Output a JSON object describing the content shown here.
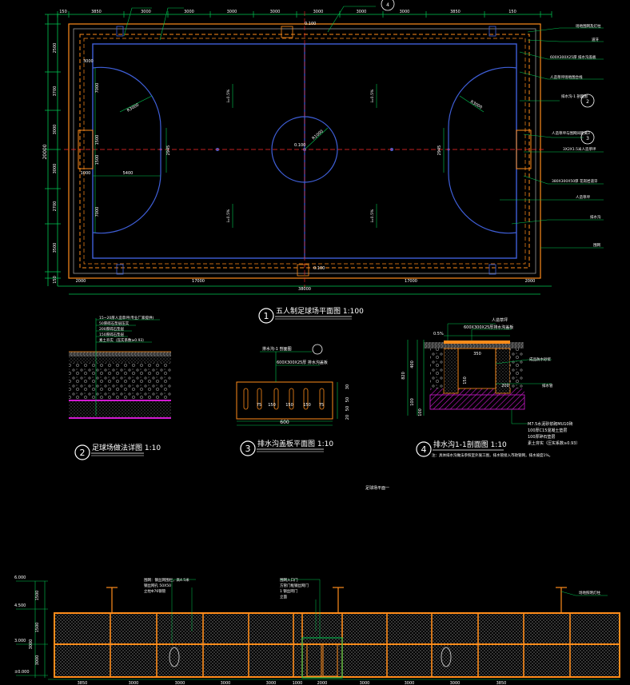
{
  "colors": {
    "background": "#000000",
    "court_line": "#3f5fd8",
    "center_line": "#ff2a2a",
    "dimension_line": "#00c853",
    "border_orange": "#ff8c1a",
    "hatch": "#d21ad2",
    "text": "#ffffff",
    "fence": "#ff8c1a"
  },
  "plan": {
    "top_dims": [
      "150",
      "3850",
      "3000",
      "3000",
      "3000",
      "3000",
      "3000",
      "3000",
      "3000",
      "3850",
      "150"
    ],
    "bottom_dims": [
      "2000",
      "17000",
      "38000",
      "17000",
      "2000"
    ],
    "left_dims": [
      "2500",
      "3700",
      "3000",
      "3000",
      "2700",
      "3500",
      "150"
    ],
    "left_total": "20000",
    "inner_dims": {
      "d7000_top": "7000",
      "d7000_bot": "7000",
      "d1500a": "1500",
      "d1500b": "1500",
      "d3000": "3000",
      "d1000": "1000",
      "d5400": "5400",
      "d2945a": "2945",
      "d2945b": "2945",
      "r3000_left": "R3000",
      "r3000_right": "R3000",
      "r1000": "R1000"
    },
    "center_value": "0.100",
    "top_value": "0.100",
    "bottom_value": "0.100",
    "right_labels": [
      "场地围网及灯柱",
      "道牙",
      "600X300X25厚 排水沟盖板",
      "人造草坪场地围合线",
      "排水沟-1 剖面图",
      "人造草坪与围网间距离3",
      "3X2X1.5米人造草坪",
      "380X300X50厚 花岗岩道牙",
      "人造草坪",
      "排水沟",
      "围网"
    ],
    "section_markers": [
      "1",
      "2",
      "3",
      "4"
    ],
    "grade_labels": [
      "i=0.5%",
      "i=0.5%",
      "i=0.5%",
      "i=0.5%"
    ]
  },
  "title1": {
    "num": "1",
    "text": "五人制足球场平面图 1:100"
  },
  "detail2": {
    "num": "2",
    "title": "足球场做法详图 1:10",
    "notes": [
      "15~20厚人造草坪(专业厂家提供)",
      "50厚碎石垫层压实",
      "200厚碎石垫层",
      "150厚碎石垫层",
      "素土夯实（压实系数≥0.93）"
    ]
  },
  "detail3": {
    "num": "3",
    "title": "排水沟盖板平面图 1:10",
    "label_top": "排水沟-1 剖面图",
    "label_cover": "600X300X25厚 排水沟盖板",
    "dims": [
      "75",
      "150",
      "150",
      "150",
      "75"
    ],
    "width": "600",
    "side_dims": [
      "30",
      "50",
      "50",
      "20"
    ]
  },
  "detail4": {
    "num": "4",
    "title": "排水沟1-1剖面图 1:10",
    "top_note": "人造草坪",
    "cover_note": "600X300X25厚排水沟盖板",
    "grade": "0.5%",
    "dims": [
      "400",
      "100",
      "100",
      "820"
    ],
    "inner_dims": [
      "350",
      "150",
      "200"
    ],
    "right_notes": [
      "成品防水砂浆",
      "排水管"
    ],
    "bottom_notes": [
      "M7.5水泥砂浆砌MU10砖",
      "100厚C15混凝土垫层",
      "100厚碎石垫层",
      "素土夯实（压实系数≥0.93）"
    ],
    "footnote": "注：具体排水沟做法参照室外施工图，排水管接入市政管网，排水坡度1%。"
  },
  "mid_caption": "足球场平面一",
  "elevation": {
    "levels": [
      "6.000",
      "4.500",
      "3.000",
      "±0.000"
    ],
    "left_dims": [
      "1500",
      "1500",
      "3000",
      "3000"
    ],
    "bottom_dims": [
      "3850",
      "3000",
      "3000",
      "3000",
      "3000",
      "1000",
      "2000",
      "3000",
      "3000",
      "3000",
      "3850"
    ],
    "notes_left": [
      "围网：钢丝网围栏，高4.5米",
      "钢丝网孔 50X50",
      "立柱Φ76钢管"
    ],
    "notes_mid": [
      "围网入口门",
      "方管门框钢丝网门",
      "1 钢丝网门",
      "立面"
    ],
    "note_right": "场地照明灯柱"
  }
}
